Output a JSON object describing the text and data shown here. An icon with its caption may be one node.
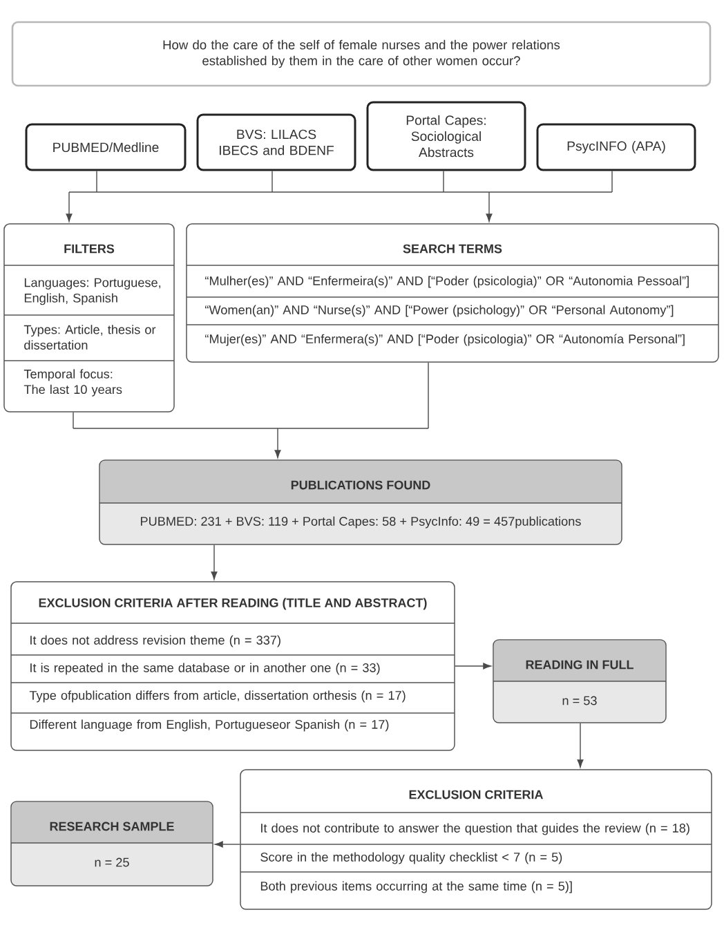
{
  "diagram": {
    "nodes": [
      {
        "text": [
          "How do the care of the self of female nurses and the power relations established by them in the care of other women occur?"
        ]
      },
      {
        "text": [
          "PUBMED/Medline"
        ]
      },
      {
        "text": [
          "BVS: LILACS IBECS and BDENF"
        ]
      },
      {
        "text": [
          "Portal Capes: Sociological Abstracts"
        ]
      },
      {
        "text": [
          "PsycINFO (APA)"
        ]
      },
      {
        "text": [
          "FILTERS",
          "Languages: Portuguese, English, Spanish",
          "Types: Article, thesis or dissertation",
          "Temporal focus: The last 10 years"
        ]
      },
      {
        "text": [
          "SEARCH TERMS",
          "“Mulher(es)” AND “Enfermeira(s)” AND [“Poder (psicologia)” OR “Autonomia Pessoal”]",
          "“Women(an)” AND “Nurse(s)” AND [“Power (psichology)” OR “Personal Autonomy”]",
          "“Mujer(es)” AND “Enfermera(s)” AND [“Poder (psicologia)” OR “Autonomía Personal”]"
        ]
      },
      {
        "text": [
          "PUBLICATIONS FOUND",
          "PUBMED: 231 + BVS: 119 + Portal Capes: 58 + PsycInfo: 49 = 457publications"
        ]
      },
      {
        "text": [
          "EXCLUSION CRITERIA AFTER READING (TITLE AND ABSTRACT)",
          "It does not address revision theme (n = 337)",
          "It is repeated in the same database or in another one (n = 33)",
          "Type ofpublication differs from article, dissertation orthesis (n = 17)",
          "Different language from English, Portugueseor Spanish (n = 17)"
        ]
      },
      {
        "text": [
          "READING IN FULL",
          "n = 53"
        ]
      },
      {
        "text": [
          "EXCLUSION CRITERIA",
          "It does not contribute to answer the question that guides the review (n = 18)",
          "Score in the methodology quality checklist < 7 (n = 5)",
          "Both previous items occurring at the same time (n = 5)]"
        ]
      },
      {
        "text": [
          "RESEARCH SAMPLE",
          "n = 25"
        ]
      }
    ],
    "edges": [
      {
        "from": 1,
        "to": 5,
        "arrow": "to"
      },
      {
        "from": 1,
        "to": 6,
        "arrow": "to"
      },
      {
        "from": 2,
        "to": 5,
        "arrow": "to"
      },
      {
        "from": 2,
        "to": 6,
        "arrow": "to"
      },
      {
        "from": 3,
        "to": 5,
        "arrow": "to"
      },
      {
        "from": 3,
        "to": 6,
        "arrow": "to"
      },
      {
        "from": 4,
        "to": 5,
        "arrow": "to"
      },
      {
        "from": 4,
        "to": 6,
        "arrow": "to"
      },
      {
        "from": 5,
        "to": 7,
        "arrow": "to"
      },
      {
        "from": 6,
        "to": 7,
        "arrow": "to"
      },
      {
        "from": 7,
        "to": 8,
        "arrow": "to"
      },
      {
        "from": 8,
        "to": 9,
        "arrow": "to"
      },
      {
        "from": 9,
        "to": 10,
        "arrow": "to"
      },
      {
        "from": 10,
        "to": 11,
        "arrow": "to"
      }
    ]
  }
}
